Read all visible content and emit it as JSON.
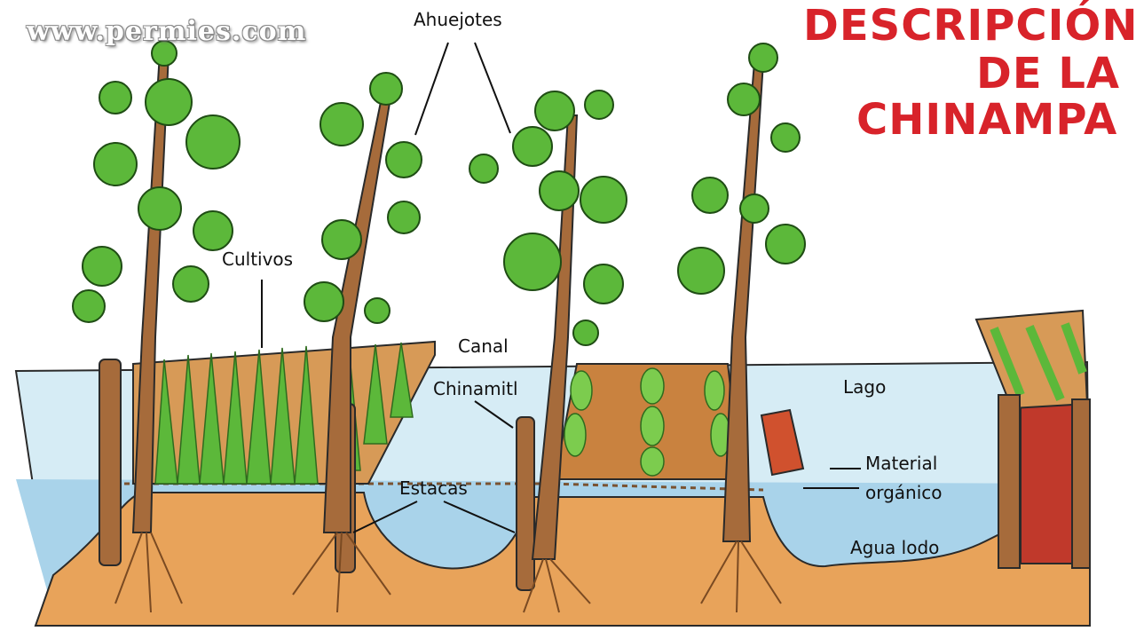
{
  "watermark": "www.permies.com",
  "title": {
    "line1": "DESCRIPCIÓN",
    "line2": "DE LA",
    "line3": "CHINAMPA"
  },
  "labels": {
    "ahuejotes": "Ahuejotes",
    "cultivos": "Cultivos",
    "canal": "Canal",
    "chinamitl": "Chinamitl",
    "lago": "Lago",
    "estacas": "Estacas",
    "material": "Material",
    "organico": "orgánico",
    "agua_lodo": "Agua lodo"
  },
  "colors": {
    "water": "#cfe8f3",
    "water_deep": "#a9d3ea",
    "soil": "#e8a35a",
    "soil_dark": "#c9823f",
    "trunk": "#a66b3b",
    "foliage": "#5cb83a",
    "title_red": "#d8232a"
  }
}
